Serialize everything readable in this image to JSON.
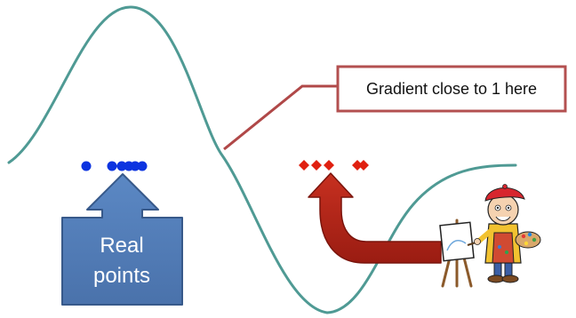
{
  "callout": {
    "text": "Gradient close to 1 here"
  },
  "real_points_label": {
    "line1": "Real",
    "line2": "points"
  },
  "colors": {
    "curve": "#4f9a94",
    "real_points": "#0d34e0",
    "fake_points": "#e02010",
    "callout_border": "#b35050",
    "leader_line": "#b04848",
    "box_fill": "#4f7ab6",
    "box_stroke": "#37598a",
    "red_arrow": "#b42418"
  },
  "icons": {
    "artist": "painter-with-easel-icon"
  }
}
